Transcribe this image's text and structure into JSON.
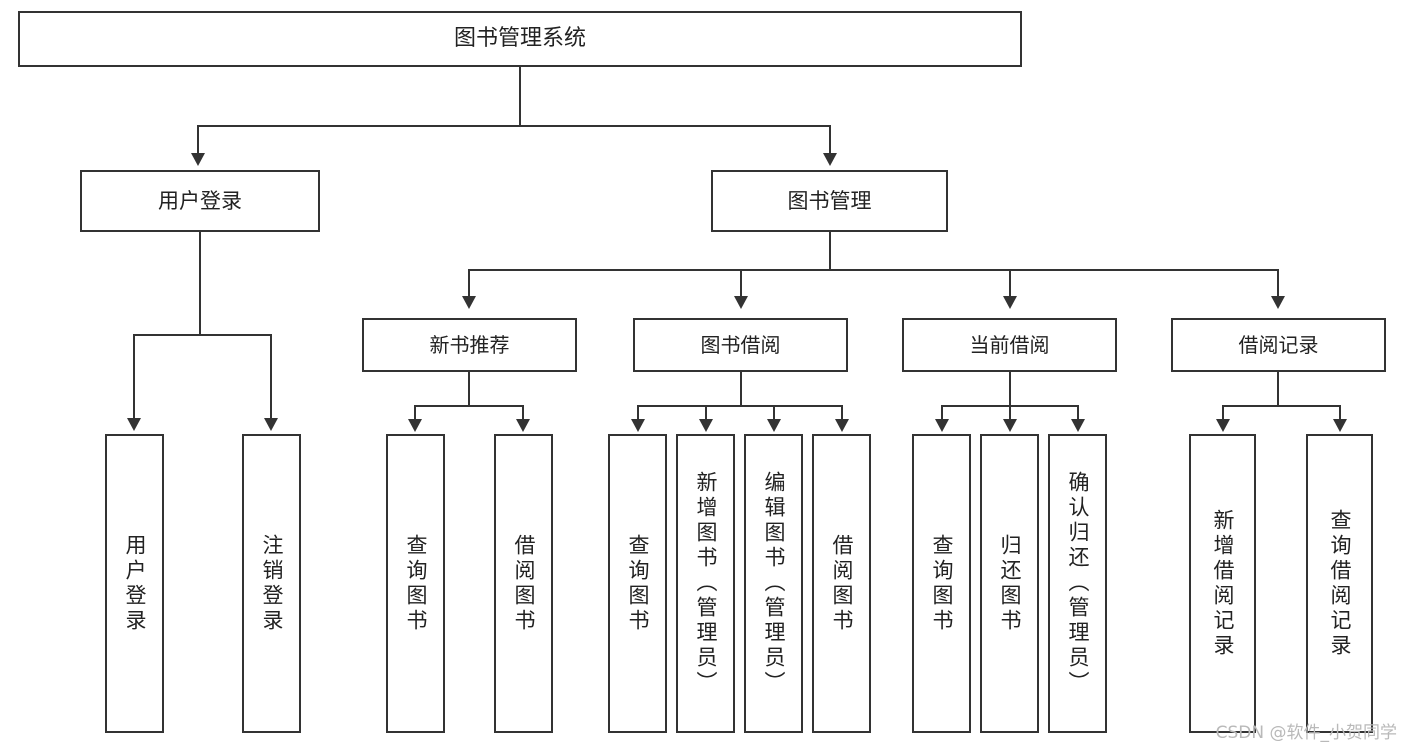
{
  "diagram": {
    "title": "图书管理系统",
    "type": "tree",
    "watermark": "CSDN @软件_小贺同学",
    "colors": {
      "box_border": "#333333",
      "box_fill": "#ffffff",
      "text": "#222222",
      "connector": "#333333",
      "watermark": "#b9b9b9",
      "background": "#ffffff"
    },
    "root": {
      "label": "图书管理系统"
    },
    "level2": [
      {
        "label": "用户登录"
      },
      {
        "label": "图书管理"
      }
    ],
    "level3": [
      {
        "label": "新书推荐"
      },
      {
        "label": "图书借阅"
      },
      {
        "label": "当前借阅"
      },
      {
        "label": "借阅记录"
      }
    ],
    "leaves": {
      "user_login": [
        {
          "label": "用户登录"
        },
        {
          "label": "注销登录"
        }
      ],
      "new_book_recommend": [
        {
          "label": "查询图书"
        },
        {
          "label": "借阅图书"
        }
      ],
      "book_borrow": [
        {
          "label": "查询图书"
        },
        {
          "label": "新增图书（管理员）"
        },
        {
          "label": "编辑图书（管理员）"
        },
        {
          "label": "借阅图书"
        }
      ],
      "current_borrow": [
        {
          "label": "查询图书"
        },
        {
          "label": "归还图书"
        },
        {
          "label": "确认归还（管理员）"
        }
      ],
      "borrow_record": [
        {
          "label": "新增借阅记录"
        },
        {
          "label": "查询借阅记录"
        }
      ]
    }
  }
}
